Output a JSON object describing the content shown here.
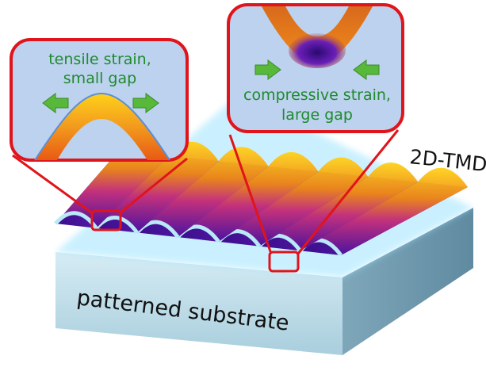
{
  "callout_left": {
    "line1": "tensile strain,",
    "line2": "small gap"
  },
  "callout_right": {
    "line1": "compressive strain,",
    "line2": "large gap"
  },
  "material_label": "2D-TMD",
  "substrate_label": "patterned substrate",
  "colors": {
    "callout_border": "#e0141b",
    "callout_fill": "#bcd2ee",
    "label_green": "#1f8a2e",
    "arrow_green": "#58b83a",
    "band_orange": "#ef7d1a",
    "band_purple": "#5d1fa8",
    "substrate_top": "#cfe6ef",
    "substrate_side": "#8fb7c8"
  },
  "icons": {
    "arrow_out": "green-arrow-outward-icon",
    "arrow_in": "green-arrow-inward-icon"
  }
}
